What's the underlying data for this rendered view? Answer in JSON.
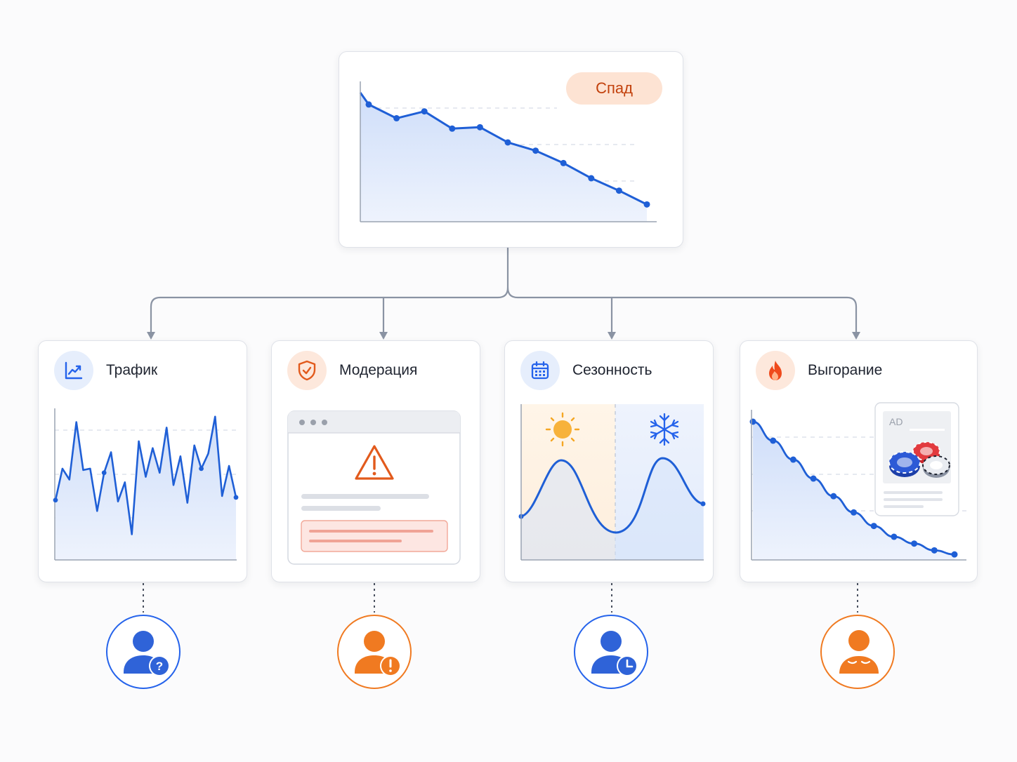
{
  "top": {
    "badge": "Спад",
    "series": [
      165,
      145,
      155,
      130,
      132,
      110,
      98,
      80,
      58,
      40,
      20
    ]
  },
  "cards": [
    {
      "id": "traffic",
      "title": "Трафик",
      "icon": "chart-line-icon"
    },
    {
      "id": "moderation",
      "title": "Модерация",
      "icon": "shield-check-icon"
    },
    {
      "id": "season",
      "title": "Сезонность",
      "icon": "calendar-icon"
    },
    {
      "id": "burnout",
      "title": "Выгорание",
      "icon": "flame-icon"
    }
  ],
  "traffic": {
    "series": [
      0.35,
      0.58,
      0.5,
      0.92,
      0.57,
      0.58,
      0.27,
      0.55,
      0.7,
      0.34,
      0.48,
      0.1,
      0.78,
      0.52,
      0.73,
      0.55,
      0.88,
      0.46,
      0.67,
      0.33,
      0.75,
      0.58,
      0.69,
      0.96,
      0.38,
      0.6,
      0.37
    ]
  },
  "burnout": {
    "ad_label": "AD",
    "series": [
      100,
      86,
      72,
      58,
      45,
      33,
      23,
      15,
      10,
      5,
      2
    ]
  },
  "colors": {
    "blue": "#2563eb",
    "orange": "#f07a21",
    "red": "#d9480f"
  }
}
